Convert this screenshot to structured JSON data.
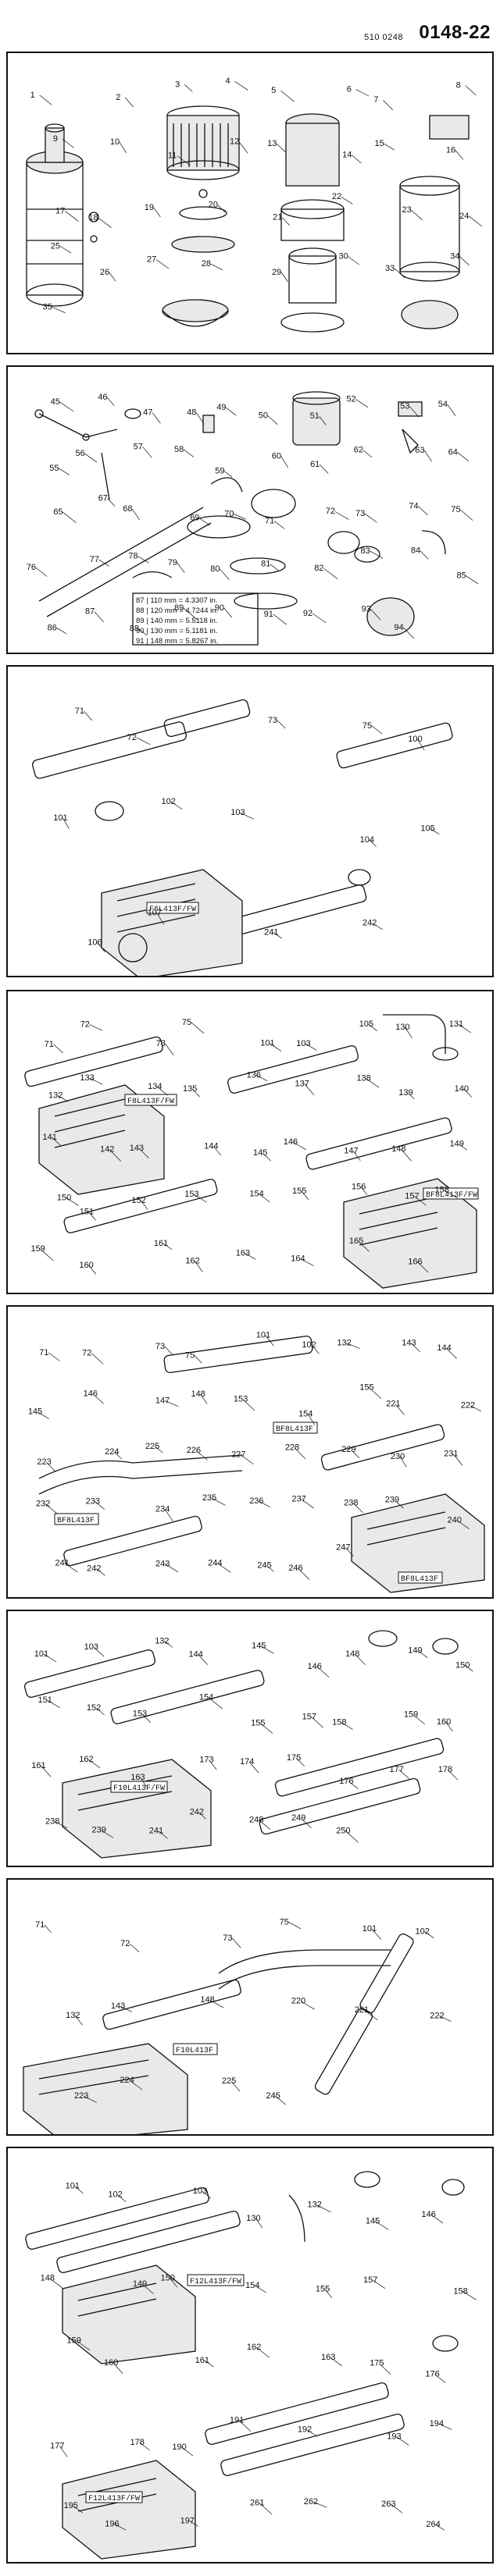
{
  "header": {
    "doc_code_small": "510 0248",
    "doc_code_large": "0148-22"
  },
  "panels": [
    {
      "id": "air-cleaners",
      "labels": [
        "1",
        "2",
        "3",
        "4",
        "5",
        "6",
        "7",
        "8",
        "9",
        "10",
        "11",
        "12",
        "13",
        "14",
        "15",
        "16",
        "17",
        "18",
        "19",
        "20",
        "21",
        "22",
        "23",
        "24",
        "25",
        "26",
        "27",
        "28",
        "29",
        "30",
        "33",
        "34",
        "35"
      ]
    },
    {
      "id": "intake-fittings",
      "labels": [
        "45",
        "46",
        "47",
        "48",
        "49",
        "50",
        "51",
        "52",
        "53",
        "54",
        "55",
        "56",
        "57",
        "58",
        "59",
        "60",
        "61",
        "62",
        "63",
        "64",
        "65",
        "67",
        "68",
        "69",
        "70",
        "71",
        "72",
        "73",
        "74",
        "75",
        "76",
        "77",
        "78",
        "79",
        "80",
        "81",
        "82",
        "83",
        "84",
        "85",
        "86",
        "87",
        "88",
        "89",
        "90",
        "91",
        "92",
        "93",
        "94"
      ],
      "spec_lines": [
        "87 | 110 mm = 4.3307 in.",
        "88 | 120 mm = 4.7244 in.",
        "89 | 140 mm = 5.5118 in.",
        "90 | 130 mm = 5.1181 in.",
        "91 | 148 mm = 5.8267 in."
      ]
    },
    {
      "id": "f6l-manifold",
      "labels": [
        "71",
        "72",
        "73",
        "75",
        "100",
        "101",
        "102",
        "103",
        "104",
        "105",
        "106",
        "107",
        "241",
        "242"
      ],
      "model": "F6L413F/FW"
    },
    {
      "id": "f8l-manifold",
      "labels": [
        "71",
        "72",
        "73",
        "75",
        "101",
        "103",
        "105",
        "130",
        "131",
        "132",
        "133",
        "134",
        "135",
        "136",
        "137",
        "138",
        "139",
        "140",
        "141",
        "142",
        "143",
        "144",
        "145",
        "146",
        "147",
        "148",
        "149",
        "150",
        "151",
        "152",
        "153",
        "154",
        "155",
        "156",
        "157",
        "158",
        "159",
        "160",
        "161",
        "162",
        "163",
        "164",
        "165",
        "166"
      ],
      "model_a": "F8L413F/FW",
      "model_b": "BF8L413F/FW"
    },
    {
      "id": "bf8l-manifold",
      "labels": [
        "71",
        "72",
        "73",
        "75",
        "101",
        "102",
        "132",
        "143",
        "144",
        "145",
        "146",
        "147",
        "148",
        "153",
        "154",
        "155",
        "221",
        "222",
        "223",
        "224",
        "225",
        "226",
        "227",
        "228",
        "229",
        "230",
        "231",
        "232",
        "233",
        "234",
        "235",
        "236",
        "237",
        "238",
        "239",
        "240",
        "241",
        "242",
        "243",
        "244",
        "245",
        "246",
        "247"
      ],
      "model_a": "BF8L413F",
      "model_b": "BF8L413F",
      "model_c": "BF8L413F"
    },
    {
      "id": "f10l-manifold",
      "labels": [
        "101",
        "103",
        "132",
        "144",
        "145",
        "146",
        "148",
        "149",
        "150",
        "151",
        "152",
        "153",
        "154",
        "155",
        "157",
        "158",
        "159",
        "160",
        "161",
        "162",
        "163",
        "173",
        "174",
        "175",
        "176",
        "177",
        "178",
        "238",
        "239",
        "241",
        "242",
        "248",
        "249",
        "250"
      ],
      "model": "F10L413F/FW"
    },
    {
      "id": "bf10l-manifold",
      "labels": [
        "71",
        "72",
        "73",
        "75",
        "101",
        "102",
        "132",
        "143",
        "148",
        "220",
        "221",
        "222",
        "223",
        "224",
        "225",
        "245"
      ],
      "model": "F10L413F"
    },
    {
      "id": "f12l-manifold",
      "labels": [
        "101",
        "102",
        "103",
        "130",
        "132",
        "145",
        "146",
        "148",
        "149",
        "150",
        "154",
        "155",
        "157",
        "158",
        "159",
        "160",
        "161",
        "162",
        "163",
        "175",
        "176",
        "177",
        "178",
        "190",
        "191",
        "192",
        "193",
        "194",
        "195",
        "196",
        "197",
        "261",
        "262",
        "263",
        "264"
      ],
      "model_a": "F12L413F/FW",
      "model_b": "F12L413F/FW"
    }
  ]
}
